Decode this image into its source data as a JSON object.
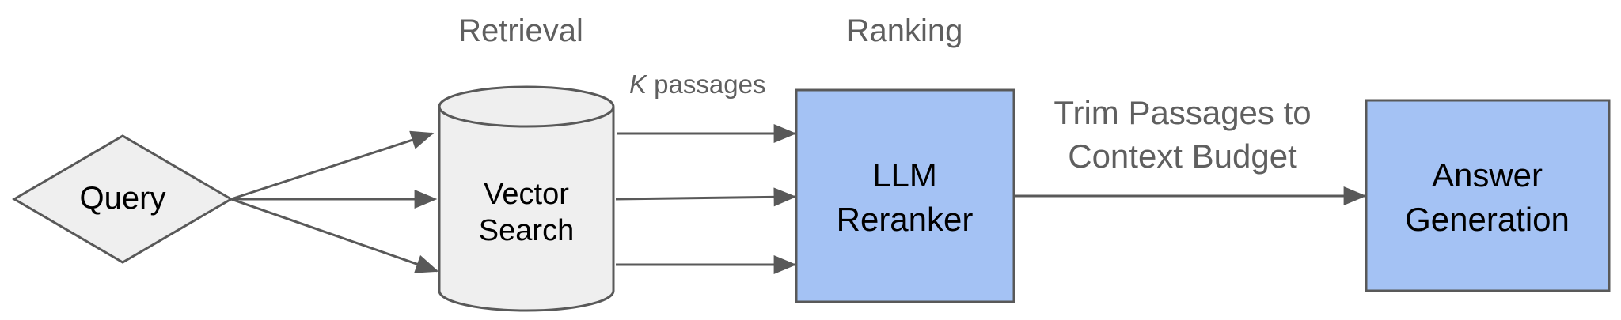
{
  "sections": {
    "retrieval": "Retrieval",
    "ranking": "Ranking"
  },
  "nodes": {
    "query": "Query",
    "vector_search": [
      "Vector",
      "Search"
    ],
    "llm_reranker": [
      "LLM",
      "Reranker"
    ],
    "answer_generation": [
      "Answer",
      "Generation"
    ]
  },
  "edge_labels": {
    "k_passages_var": "K",
    "k_passages_text": " passages",
    "trim": [
      "Trim Passages to",
      "Context Budget"
    ]
  },
  "colors": {
    "stroke": "#595959",
    "shape_fill": "#efefef",
    "box_fill": "#a4c2f4",
    "text_gray": "#5f5f5f"
  }
}
